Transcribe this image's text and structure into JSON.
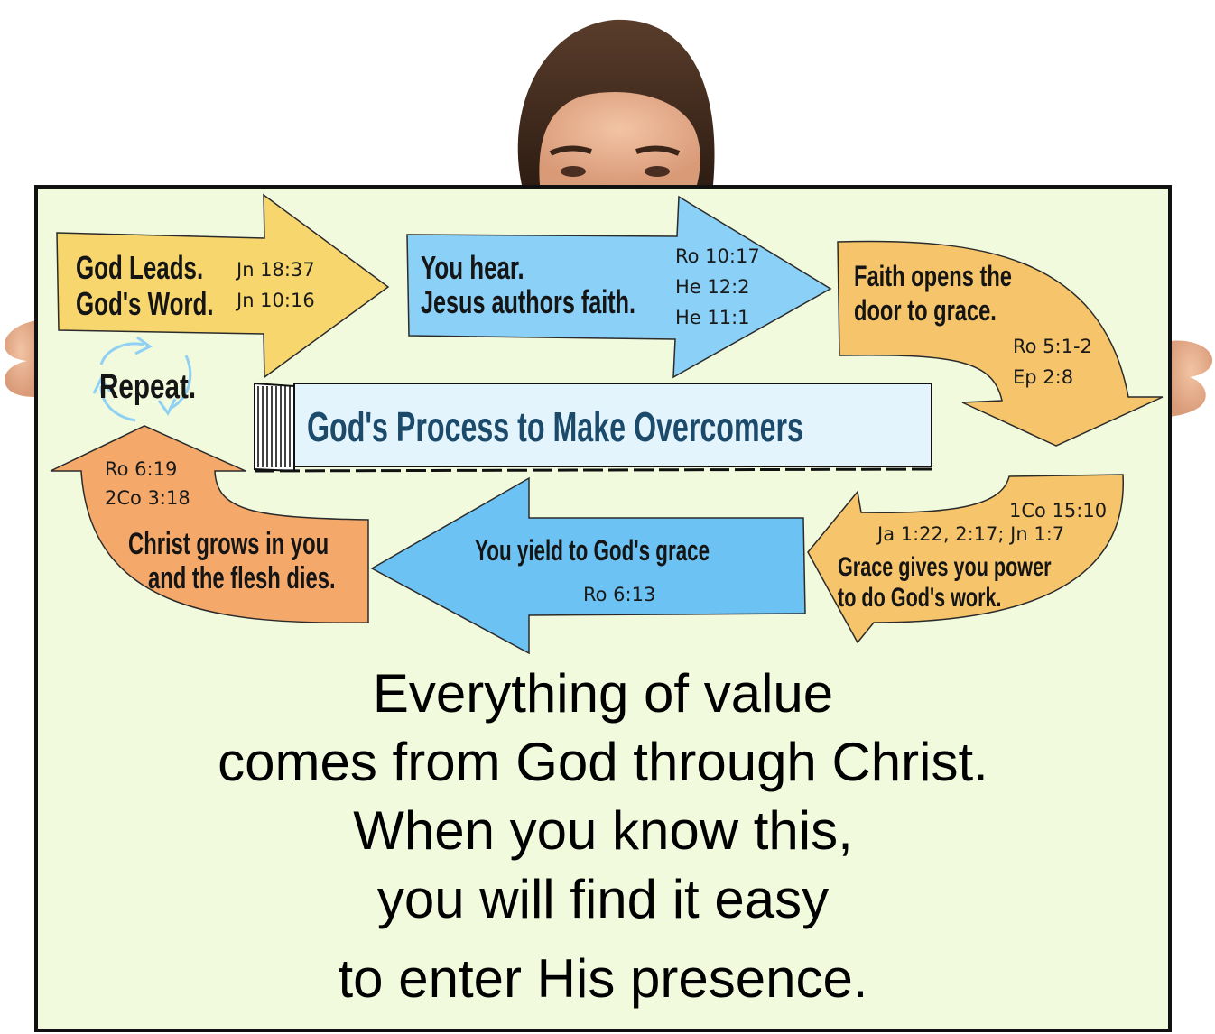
{
  "colors": {
    "board": "#f1fadd",
    "yellow": "#f7d66d",
    "blue": "#8ad0f7",
    "blue_mid": "#6cc3f3",
    "orange_light": "#f6c46a",
    "orange": "#f4a86a",
    "title_box": "#e3f4fc",
    "title_text": "#1b4a6b",
    "cycle_icon": "#8fd0f3"
  },
  "diagram": {
    "title": "God's Process to Make Overcomers",
    "repeat": "Repeat.",
    "steps": [
      {
        "lines": [
          "God Leads.",
          "God's Word."
        ],
        "refs": [
          "Jn 18:37",
          "Jn 10:16"
        ]
      },
      {
        "lines": [
          "You hear.",
          "Jesus authors faith."
        ],
        "refs": [
          "Ro 10:17",
          "He 12:2",
          "He 11:1"
        ]
      },
      {
        "lines": [
          "Faith opens the",
          "door to grace."
        ],
        "refs": [
          "Ro 5:1-2",
          "Ep 2:8"
        ]
      },
      {
        "lines": [
          "Grace gives you power",
          "to do God's work."
        ],
        "refs": [
          "1Co 15:10",
          "Ja 1:22, 2:17; Jn 1:7"
        ]
      },
      {
        "lines": [
          "You yield to God's grace"
        ],
        "refs": [
          "Ro 6:13"
        ]
      },
      {
        "lines": [
          "Christ grows in you",
          "and the flesh dies."
        ],
        "refs": [
          "Ro 6:19",
          "2Co 3:18"
        ]
      }
    ]
  },
  "message": {
    "lines": [
      "Everything of value",
      "comes from God through Christ.",
      "When you know this,",
      "you will find it easy",
      "to enter His presence."
    ]
  }
}
